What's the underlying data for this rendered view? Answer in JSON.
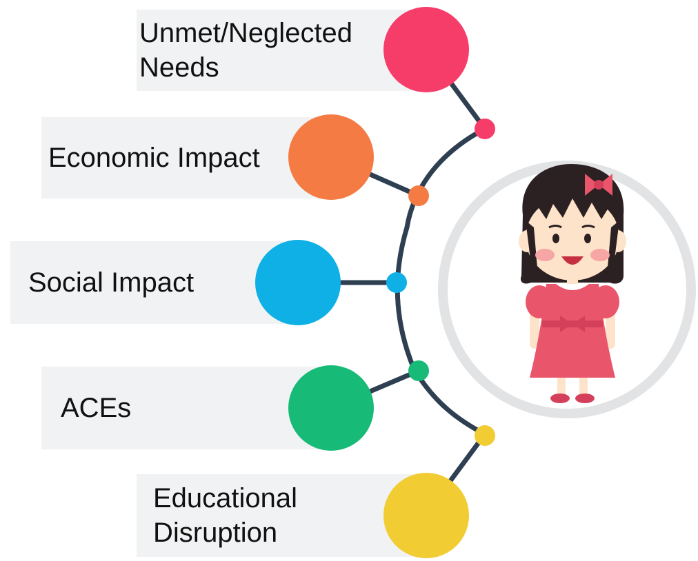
{
  "items": [
    {
      "label": "Unmet/Neglected\nNeeds",
      "color": "#f63d6a"
    },
    {
      "label": "Economic Impact",
      "color": "#f47c44"
    },
    {
      "label": "Social Impact",
      "color": "#0eb0e6"
    },
    {
      "label": "ACEs",
      "color": "#17bb77"
    },
    {
      "label": "Educational\nDisruption",
      "color": "#f2cc33"
    }
  ],
  "colors": {
    "connector": "#2f3f52",
    "card_background": "#f1f2f3",
    "ring": "#e2e3e5",
    "dress": "#e9566b",
    "hair": "#2b2022",
    "skin": "#fde3c9"
  },
  "icons": [
    "girl-illustration"
  ]
}
